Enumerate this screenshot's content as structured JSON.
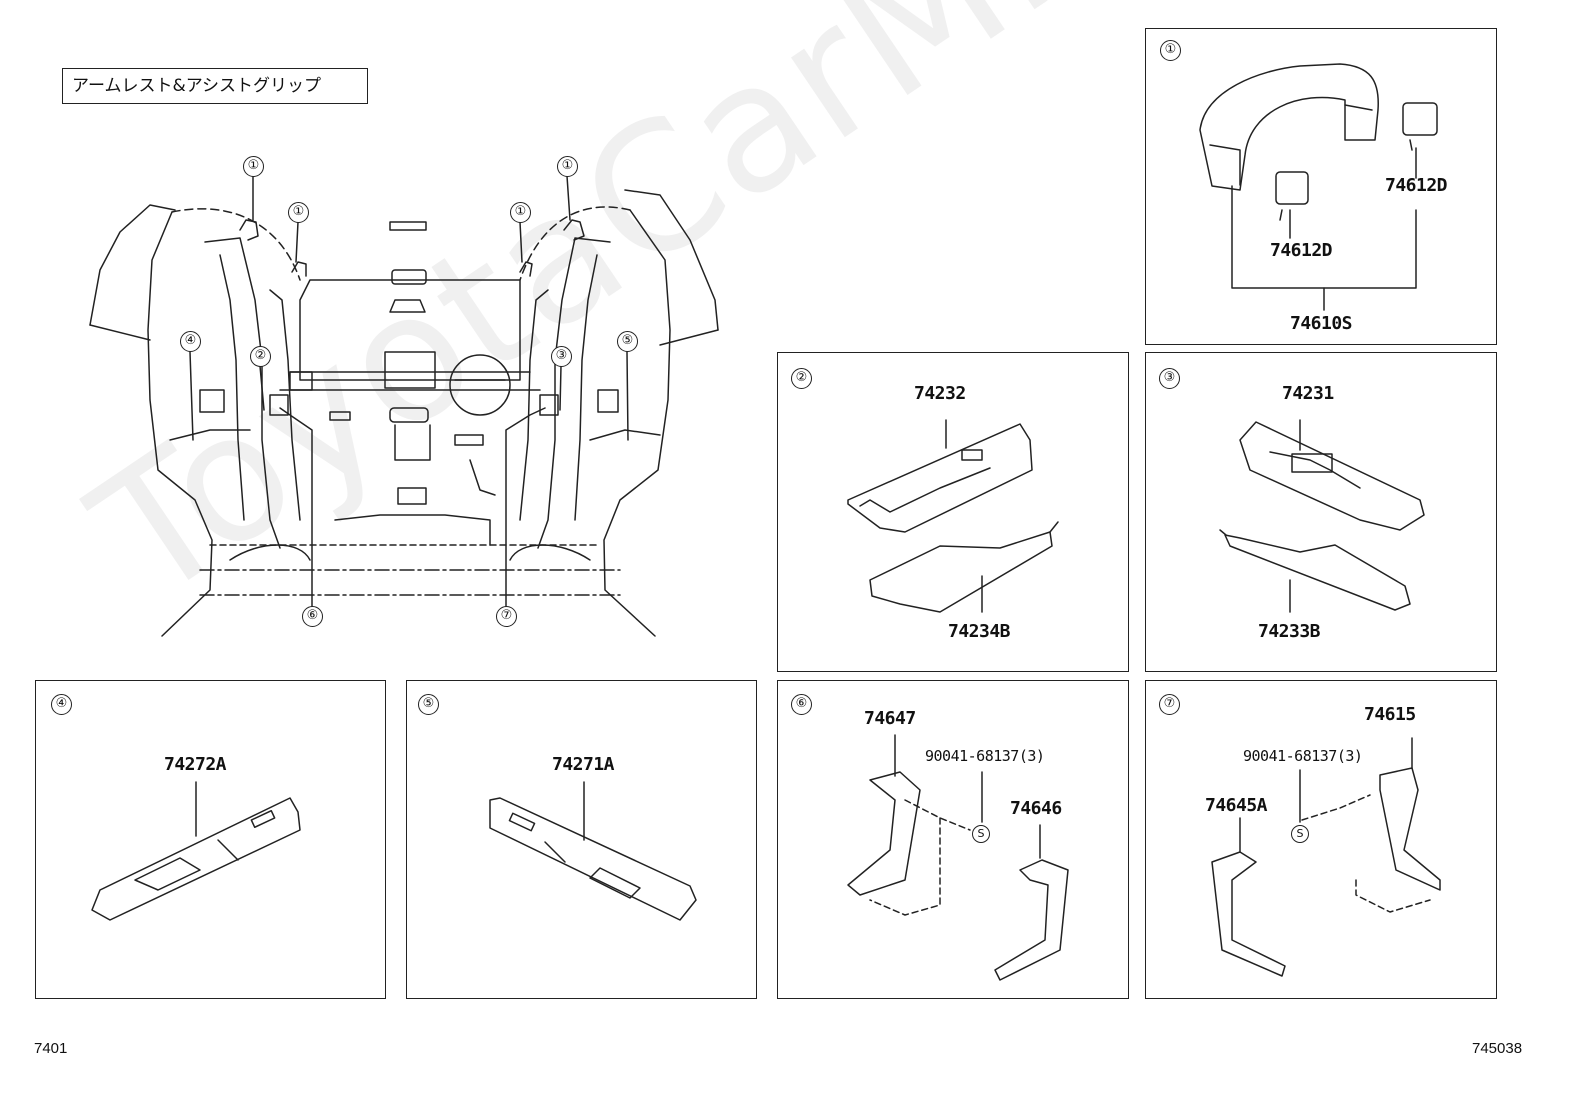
{
  "title": "アームレスト&アシストグリップ",
  "watermark": "ToyotaCarMiner.ru",
  "footer": {
    "left": "7401",
    "right": "745038"
  },
  "overview": {
    "callouts": [
      "①",
      "①",
      "①",
      "①",
      "②",
      "③",
      "④",
      "⑤",
      "⑥",
      "⑦"
    ]
  },
  "panels": {
    "p1": {
      "id": "①",
      "parts": [
        "74612D",
        "74612D",
        "74610S"
      ]
    },
    "p2": {
      "id": "②",
      "parts": [
        "74232",
        "74234B"
      ]
    },
    "p3": {
      "id": "③",
      "parts": [
        "74231",
        "74233B"
      ]
    },
    "p4": {
      "id": "④",
      "parts": [
        "74272A"
      ]
    },
    "p5": {
      "id": "⑤",
      "parts": [
        "74271A"
      ]
    },
    "p6": {
      "id": "⑥",
      "parts": [
        "74647",
        "90041-68137(3)",
        "74646"
      ],
      "screw_symbol": "S"
    },
    "p7": {
      "id": "⑦",
      "parts": [
        "74615",
        "90041-68137(3)",
        "74645A"
      ],
      "screw_symbol": "S"
    }
  }
}
